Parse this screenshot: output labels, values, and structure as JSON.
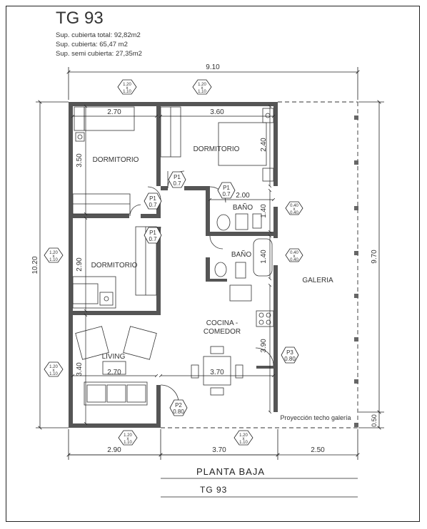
{
  "header": {
    "title": "TG 93",
    "sup_total": "Sup. cubierta total: 92,82m2",
    "sup_cubierta": "Sup. cubierta: 65,47 m2",
    "sup_semi": "Sup. semi cubierta: 27,35m2"
  },
  "rooms": {
    "dorm1": "DORMITORIO",
    "dorm2": "DORMITORIO",
    "dorm3": "DORMITORIO",
    "bano1": "BAÑO",
    "bano2": "BAÑO",
    "cocina1": "COCINA -",
    "cocina2": "COMEDOR",
    "living": "LIVING",
    "galeria": "GALERIA",
    "proyeccion": "Proyección techo galería"
  },
  "dims": {
    "total_w": "9.10",
    "total_h": "10.20",
    "right_h": "9.70",
    "bottom_1": "2.90",
    "bottom_2": "3.70",
    "bottom_3": "2.50",
    "right_gal": "0.50",
    "d_270a": "2.70",
    "d_360": "3.60",
    "d_350": "3.50",
    "d_240": "2.40",
    "d_200": "2.00",
    "d_140a": "1.40",
    "d_140b": "1.40",
    "d_290": "2.90",
    "d_390": "3.90",
    "d_340": "3.40",
    "d_270b": "2.70",
    "d_370": "3.70"
  },
  "doors": {
    "p1a_n": "P1",
    "p1a_v": "0.7",
    "p1b_n": "P1",
    "p1b_v": "0.7",
    "p1c_n": "P1",
    "p1c_v": "0.7",
    "p1d_n": "P1",
    "p1d_v": "0.7",
    "p2_n": "P2",
    "p2_v": "0.80",
    "p3_n": "P3",
    "p3_v": "0.80"
  },
  "windows": {
    "w120_top": "1.20",
    "w110_bot": "1.10",
    "w040_top": "0.40",
    "w040_bot": "0.40",
    "x": "x"
  },
  "footer": {
    "plan_label": "PLANTA BAJA",
    "plan_code": "TG 93"
  }
}
